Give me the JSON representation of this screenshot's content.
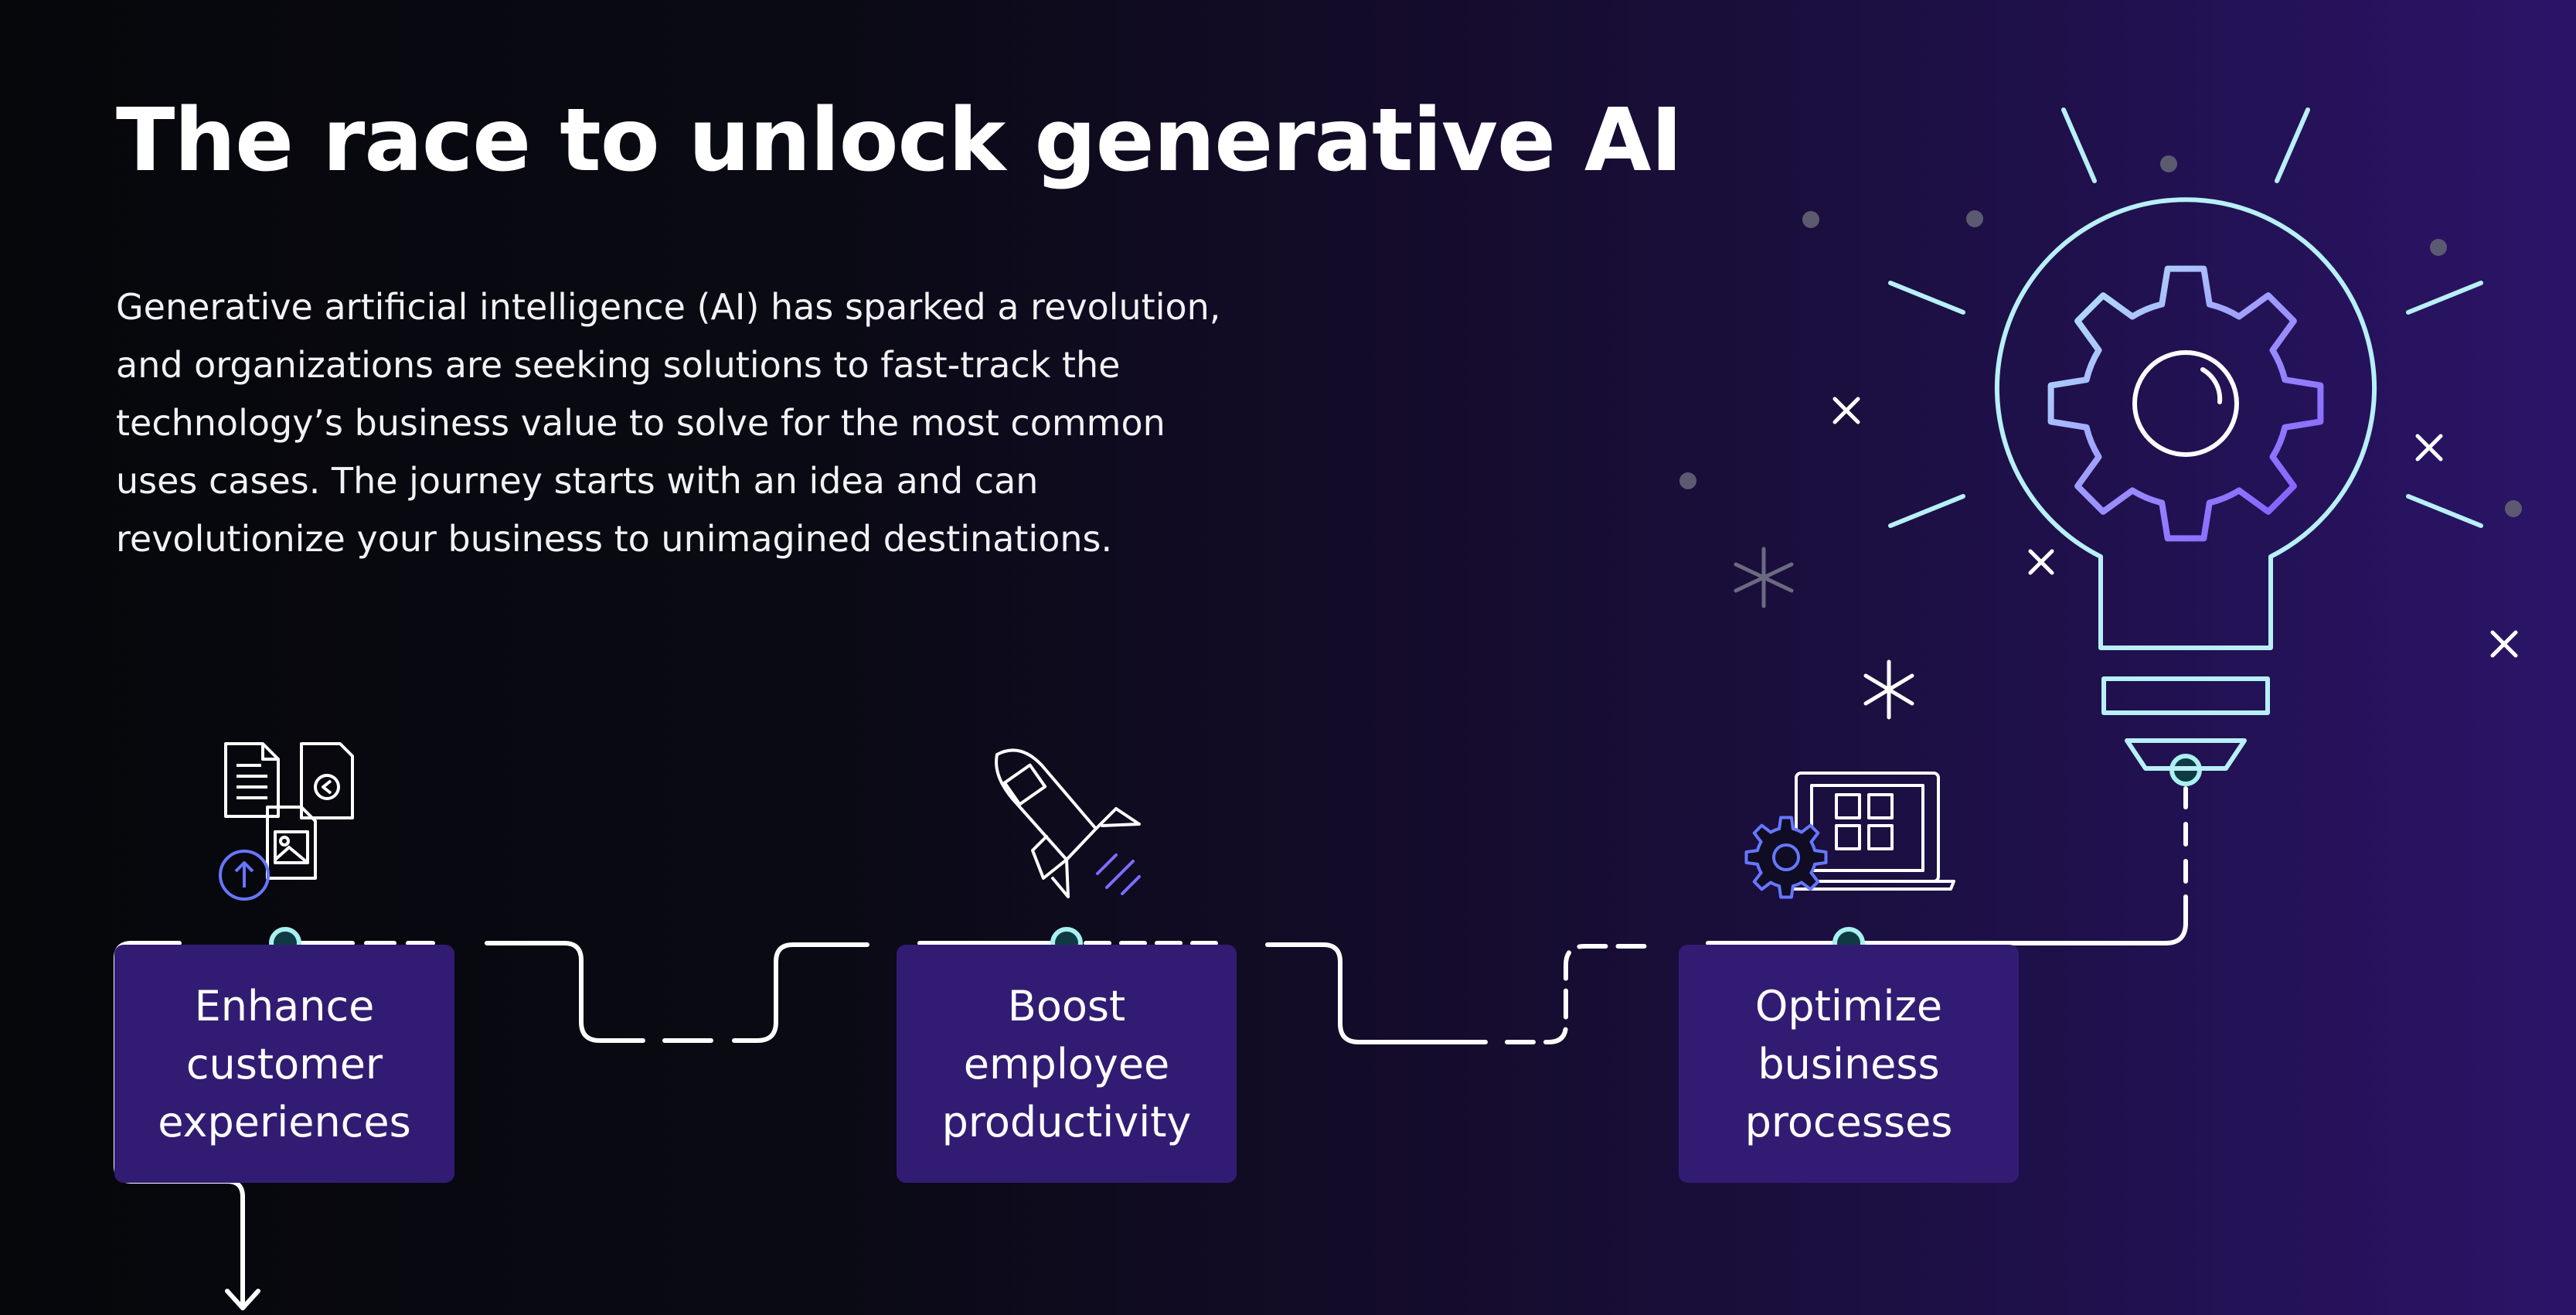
{
  "page": {
    "title": "The race to unlock generative AI",
    "intro": "Generative artificial intelligence (AI) has sparked a revolution, and organizations are seeking solutions to fast-track the technology’s business value to solve for the most common uses cases. The journey starts with an idea and can revolutionize your business to unimagined destinations."
  },
  "steps": [
    {
      "label": "Enhance customer experiences",
      "icon": "documents-upload-icon"
    },
    {
      "label": "Boost employee productivity",
      "icon": "rocket-icon"
    },
    {
      "label": "Optimize business processes",
      "icon": "laptop-gear-icon"
    }
  ],
  "hero_icon": "lightbulb-gear-icon",
  "colors": {
    "card": "#321c73",
    "line": "#ffffff",
    "node_fill": "#0f3a44",
    "node_stroke": "#a9f0f0",
    "bulb_stroke": "#b8f0f8",
    "gear_gradient_start": "#b7f2fb",
    "gear_gradient_end": "#7e55ff",
    "accent_blue": "#6677ff"
  }
}
